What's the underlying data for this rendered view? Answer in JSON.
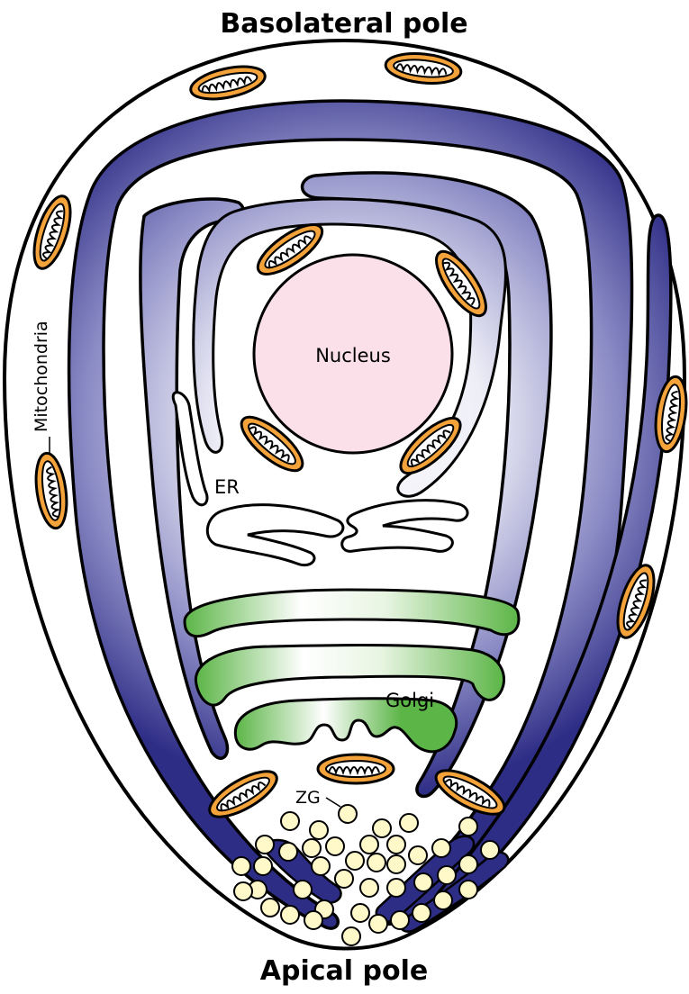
{
  "titles": {
    "top": "Basolateral pole",
    "bottom": "Apical pole"
  },
  "labels": {
    "nucleus": "Nucleus",
    "er": "ER",
    "golgi": "Golgi",
    "mitochondria": "Mitochondria",
    "zg": "ZG"
  },
  "colors": {
    "er_dark": "#2e2d86",
    "er_light": "#ffffff",
    "nucleus": "#fbe0ea",
    "golgi": "#5cb547",
    "mito_orange": "#f4a23a",
    "zymogen": "#fff8c8",
    "outline": "#000000"
  }
}
